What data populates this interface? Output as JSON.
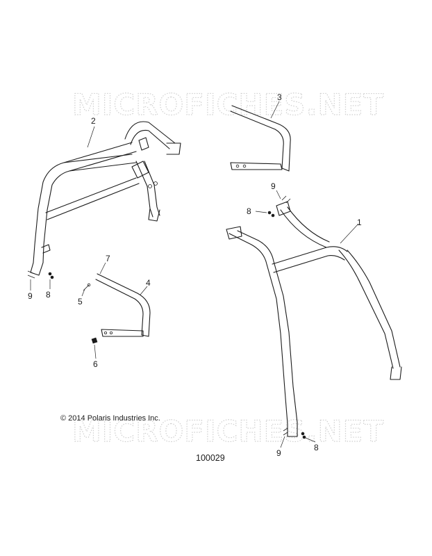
{
  "watermark": "MICROFICHES.NET",
  "copyright": "© 2014 Polaris Industries Inc.",
  "figure_id": "100029",
  "callouts": {
    "c1": "1",
    "c2": "2",
    "c3": "3",
    "c4": "4",
    "c5": "5",
    "c6": "6",
    "c7": "7",
    "c8_left": "8",
    "c9_left": "9",
    "c8_upper_right": "8",
    "c9_upper_right": "9",
    "c8_lower_right": "8",
    "c9_lower_right": "9"
  }
}
